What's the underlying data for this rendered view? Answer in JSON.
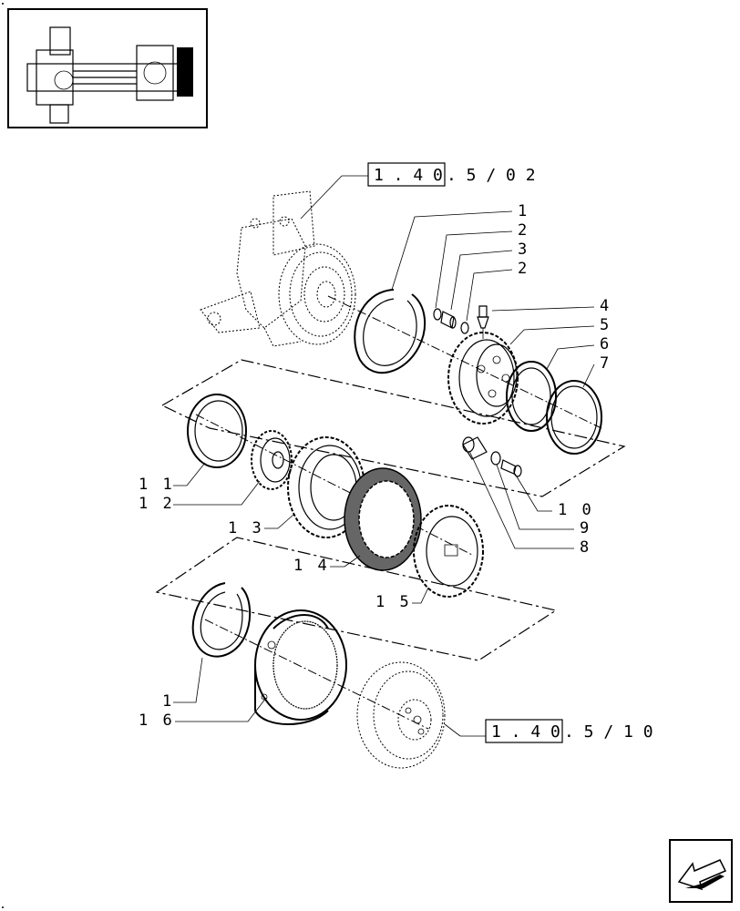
{
  "diagram": {
    "ref_top": {
      "boxed": "1 . 4 0",
      "suffix": ". 5 / 0 2"
    },
    "ref_bottom": {
      "boxed": "1 . 4 0",
      "suffix": ". 5 / 1 0"
    },
    "callouts": [
      {
        "id": "c1a",
        "text": "1"
      },
      {
        "id": "c2a",
        "text": "2"
      },
      {
        "id": "c3",
        "text": "3"
      },
      {
        "id": "c2b",
        "text": "2"
      },
      {
        "id": "c4",
        "text": "4"
      },
      {
        "id": "c5",
        "text": "5"
      },
      {
        "id": "c6",
        "text": "6"
      },
      {
        "id": "c7",
        "text": "7"
      },
      {
        "id": "c10",
        "text": "1 0"
      },
      {
        "id": "c9",
        "text": "9"
      },
      {
        "id": "c8",
        "text": "8"
      },
      {
        "id": "c11",
        "text": "1 1"
      },
      {
        "id": "c12",
        "text": "1 2"
      },
      {
        "id": "c13",
        "text": "1 3"
      },
      {
        "id": "c14",
        "text": "1 4"
      },
      {
        "id": "c15",
        "text": "1 5"
      },
      {
        "id": "c1b",
        "text": "1"
      },
      {
        "id": "c16",
        "text": "1 6"
      }
    ]
  },
  "nav": {
    "icon": "arrow-back-icon"
  }
}
